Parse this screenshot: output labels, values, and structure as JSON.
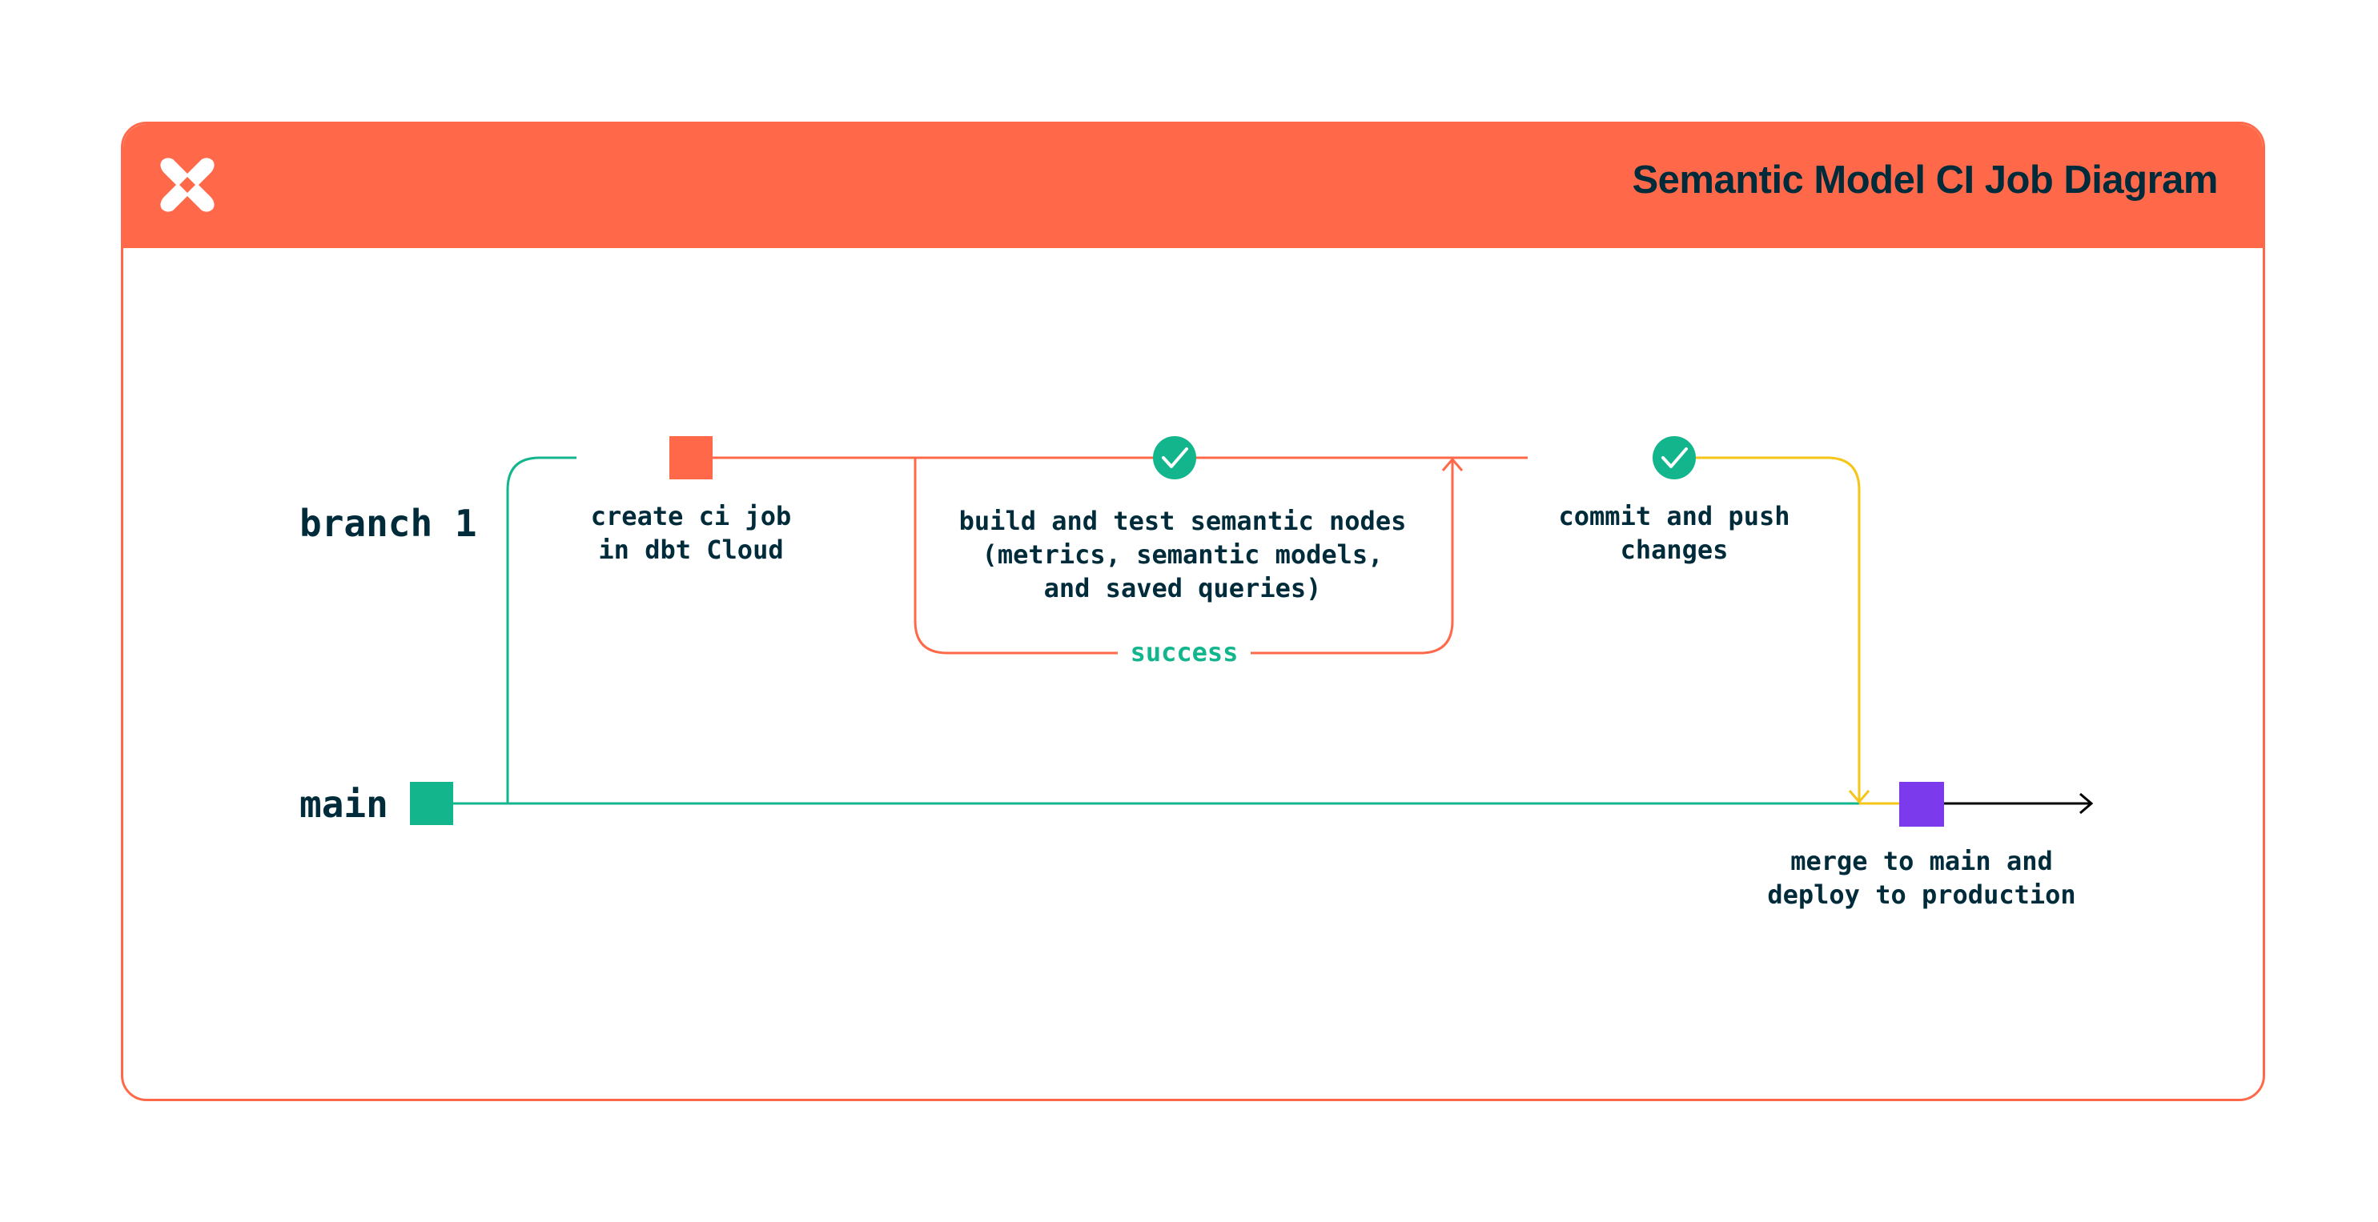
{
  "header": {
    "title": "Semantic Model CI Job Diagram",
    "logo_icon": "dbt-logo-icon",
    "accent": "#ff694a"
  },
  "lanes": {
    "branch": "branch 1",
    "main": "main"
  },
  "steps": {
    "create_ci": [
      "create ci job",
      "in dbt Cloud"
    ],
    "build_test": [
      "build and test semantic nodes",
      "(metrics, semantic models,",
      "and saved queries)"
    ],
    "commit_push": [
      "commit and push",
      "changes"
    ],
    "merge": [
      "merge to main and",
      "deploy to production"
    ]
  },
  "loop_label": "success",
  "colors": {
    "main_line": "#13b58c",
    "branch_line": "#ff694a",
    "commit_line": "#f5c518",
    "merge_node": "#7c3aed",
    "text": "#002b3a"
  }
}
